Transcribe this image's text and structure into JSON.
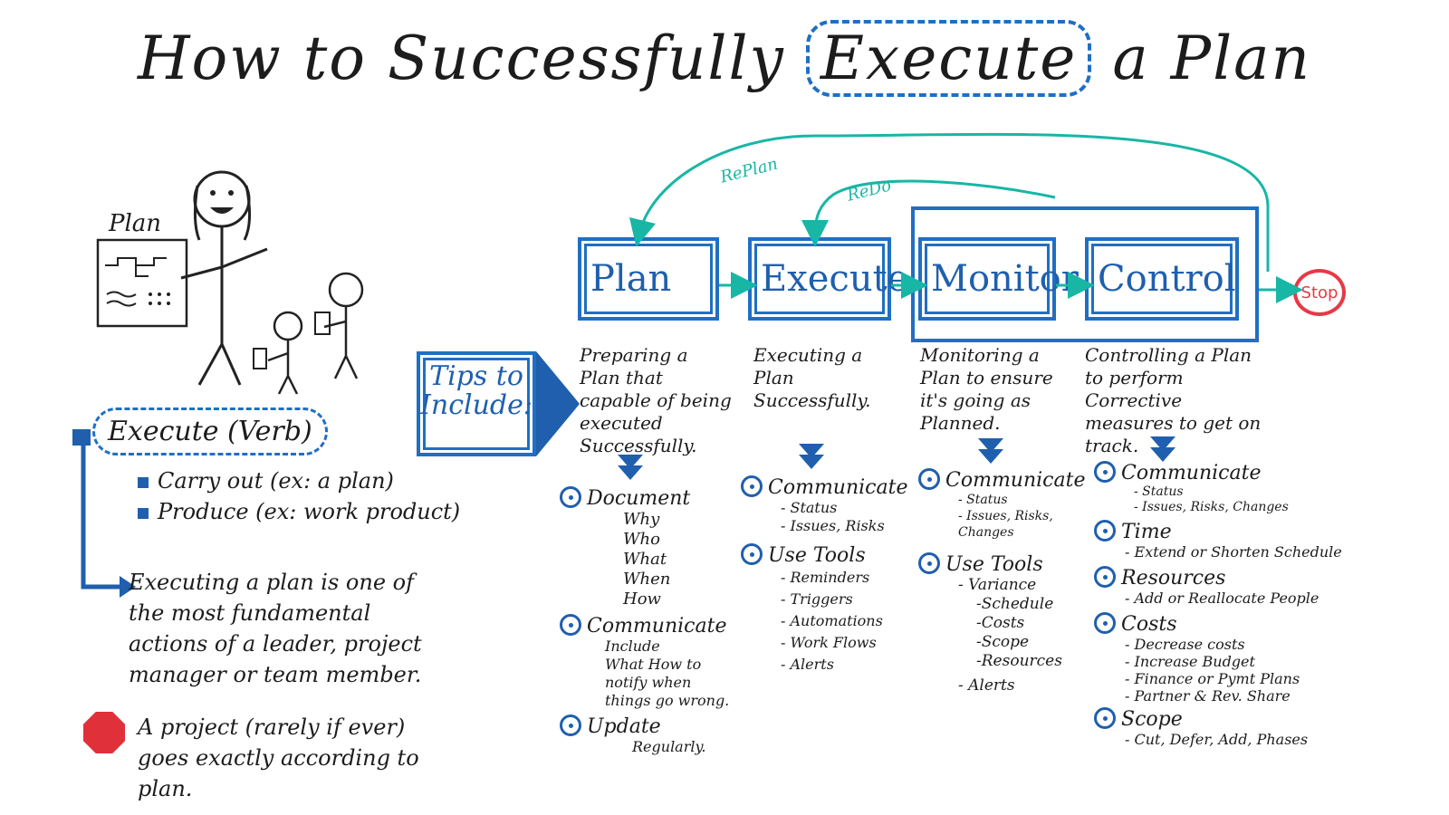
{
  "title": {
    "part1": "How to Successfully",
    "highlight": "Execute",
    "part2": "a Plan"
  },
  "figure_label": "Plan",
  "flow": {
    "boxes": [
      "Plan",
      "Execute",
      "Monitor",
      "Control"
    ],
    "stop": "Stop",
    "loop_labels": {
      "replan": "RePlan",
      "redo": "ReDo"
    }
  },
  "tips": "Tips to Include:",
  "definition": {
    "heading": "Execute (Verb)",
    "items": [
      "Carry out (ex: a plan)",
      "Produce (ex: work product)"
    ],
    "statement": "Executing a plan is one of the most fundamental actions of a leader, project manager or team member.",
    "warning": "A project (rarely if ever) goes exactly according to plan."
  },
  "columns": [
    {
      "desc": "Preparing a Plan that capable of being executed Successfully.",
      "items": [
        {
          "label": "Document",
          "subs": [
            "Why",
            "Who",
            "What",
            "When",
            "How"
          ]
        },
        {
          "label": "Communicate",
          "subs": [
            "Include",
            "What How to",
            "notify when",
            "things go wrong."
          ]
        },
        {
          "label": "Update",
          "subs": [
            "Regularly."
          ]
        }
      ]
    },
    {
      "desc": "Executing a Plan Successfully.",
      "items": [
        {
          "label": "Communicate",
          "subs": [
            "- Status",
            "- Issues, Risks"
          ]
        },
        {
          "label": "Use Tools",
          "subs": [
            "- Reminders",
            "- Triggers",
            "- Automations",
            "- Work Flows",
            "- Alerts"
          ]
        }
      ]
    },
    {
      "desc": "Monitoring a Plan to ensure it's going as Planned.",
      "items": [
        {
          "label": "Communicate",
          "subs": [
            "- Status",
            "- Issues, Risks, Changes"
          ]
        },
        {
          "label": "Use Tools",
          "subs": [
            "- Variance",
            "-Schedule",
            "-Costs",
            "-Scope",
            "-Resources",
            "- Alerts"
          ]
        }
      ]
    },
    {
      "desc": "Controlling a Plan to perform Corrective measures to get on track.",
      "items": [
        {
          "label": "Communicate",
          "subs": [
            "- Status",
            "- Issues, Risks, Changes"
          ]
        },
        {
          "label": "Time",
          "subs": [
            "- Extend or Shorten Schedule"
          ]
        },
        {
          "label": "Resources",
          "subs": [
            "- Add or Reallocate People"
          ]
        },
        {
          "label": "Costs",
          "subs": [
            "- Decrease costs",
            "- Increase Budget",
            "- Finance or Pymt Plans",
            "- Partner & Rev. Share"
          ]
        },
        {
          "label": "Scope",
          "subs": [
            "- Cut, Defer, Add, Phases"
          ]
        }
      ]
    }
  ]
}
